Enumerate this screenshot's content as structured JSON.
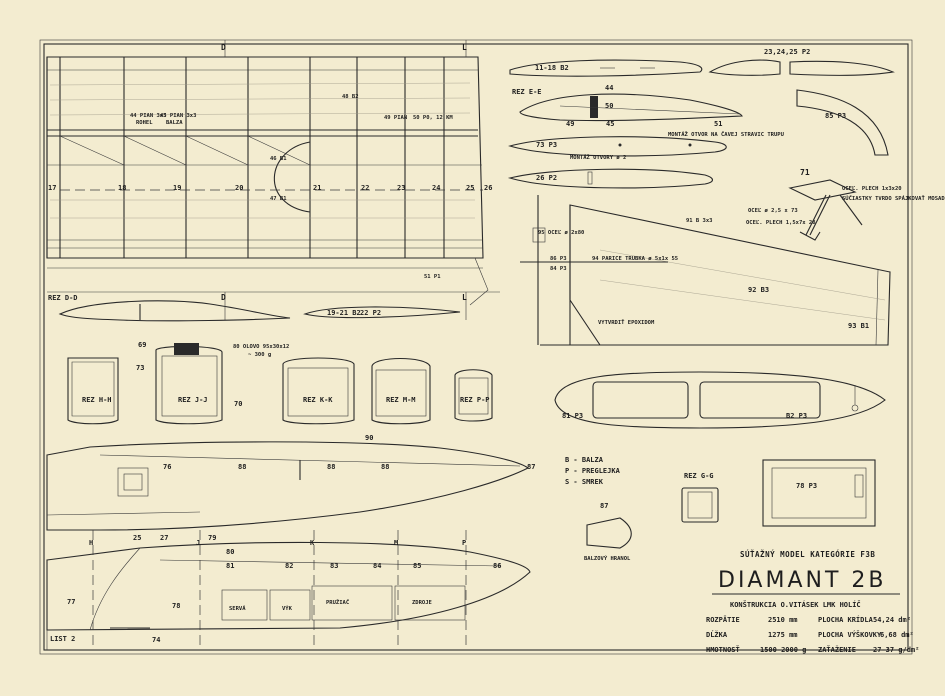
{
  "sheet": {
    "label": "LIST 2"
  },
  "title_block": {
    "subtitle": "SÚŤAŽNÝ MODEL KATEGÓRIE F3B",
    "name": "DIAMANT 2B",
    "design": "KONŠTRUKCIA O.VITÁSEK LMK HOLÍČ",
    "specs": [
      {
        "label": "ROZPÄTIE",
        "value": "2510 mm"
      },
      {
        "label": "DĹŽKA",
        "value": "1275 mm"
      },
      {
        "label": "HMOTNOSŤ",
        "value": "1500-2000 g"
      },
      {
        "label": "PLOCHA KRÍDLA",
        "value": "54,24 dm²"
      },
      {
        "label": "PLOCHA VÝŠKOVKY",
        "value": "6,68 dm²"
      },
      {
        "label": "ZAŤAŽENIE",
        "value": "27-37 g/dm²"
      }
    ]
  },
  "legend": [
    "B - BALZA",
    "P - PREGLEJKA",
    "S - SMREK"
  ],
  "section_labels": {
    "d1": "D",
    "l1": "L",
    "d2": "D",
    "l2": "L",
    "bb": "REZ D-D",
    "ee": "REZ E-E",
    "hh": "REZ H-H",
    "jj": "REZ J-J",
    "kk": "REZ K-K",
    "mm": "REZ M-M",
    "pp": "REZ P-P",
    "gg": "REZ G-G"
  },
  "ribs": [
    "17",
    "18",
    "19",
    "20",
    "21",
    "22",
    "23",
    "24",
    "25",
    "26"
  ],
  "wing_notes": {
    "n44": "44 PIAN 3x3",
    "n45": "45 PIAN 3x3",
    "n44s": "ROHEL",
    "n45s": "BALZA",
    "n48": "48 B2",
    "n49": "49 PIAN",
    "n50": "50 P0, 12 KM",
    "n46": "46 B1",
    "n47": "47 B1",
    "n51": "51 P1"
  },
  "profile_labels": {
    "p1118": "11-18 B2",
    "p1921": "19-21 B2",
    "p22": "22 P2",
    "p232425": "23,24,25 P2",
    "p73": "73 P3",
    "p26": "26 P2",
    "c44": "44",
    "c50": "50",
    "c49": "49",
    "c45": "45",
    "c51": "51",
    "mont1": "MONTÁŽ OTVOR NA ČAVEJ STRAVIC TRUPU",
    "mont2": "MONTÁŽ OTVORY ø 2",
    "p85": "85 P3"
  },
  "horn": {
    "n71": "71",
    "a1": "OCEĽ. PLECH 1x3x20",
    "a2": "SÚČIASTKY TVRDO SPÁJKOVAŤ MOSADZOU",
    "a3": "OCEĽ ø 2,5 x 73",
    "a4": "OCEĽ. PLECH 1,5x7x 28"
  },
  "tail": {
    "n91": "91 B 3x3",
    "n95": "95 OCEĽ ø 2x80",
    "n86": "86 P3",
    "n84": "84 P3",
    "n94": "94 PARICE TRUBKA ø 5x1x 55",
    "n92": "92 B3",
    "n93": "93 B1",
    "epox": "VYTVRDIŤ EPOXIDOM"
  },
  "fuselage": {
    "n69": "69",
    "n73": "73",
    "n70": "70",
    "n80": "80 OLOVO 95x30x12",
    "n80s": "~ 300 g",
    "n90": "90",
    "n76": "76",
    "n88a": "88",
    "n88b": "88",
    "n88c": "88",
    "n87": "87",
    "n25": "25",
    "n27": "27",
    "n79": "79",
    "n80b": "80",
    "n81": "81",
    "n82": "82",
    "n83": "83",
    "n84": "84",
    "n85": "85",
    "n86": "86",
    "n77": "77",
    "n78": "78",
    "n74": "74",
    "servo": "SERVÁ",
    "vyk": "VÝK",
    "spring": "PRUŽIAČ",
    "power": "ZDROJE",
    "h": "H",
    "j": "J",
    "k": "K",
    "m": "M",
    "p": "P"
  },
  "parts": {
    "canopy": "B2 P3",
    "canopy_l": "81 P3",
    "n78": "78 P3",
    "n87": "87",
    "n87s": "BALZOVÝ HRANOL"
  }
}
